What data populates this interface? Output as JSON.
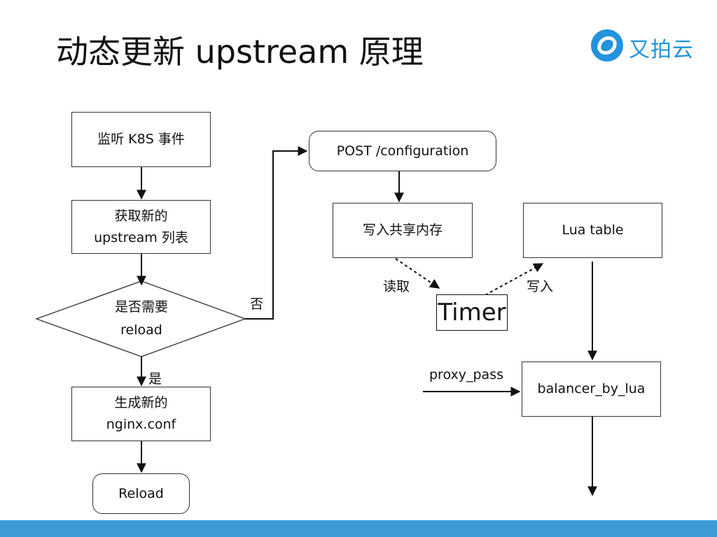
{
  "slide": {
    "title": "动态更新 upstream 原理"
  },
  "logo": {
    "text": "又拍云",
    "color": "#2293dc",
    "icon": "upyun-swirl-icon"
  },
  "flow_left": {
    "watch_events": "监听 K8S 事件",
    "get_upstream_line1": "获取新的",
    "get_upstream_line2": "upstream 列表",
    "decision_line1": "是否需要",
    "decision_line2": "reload",
    "yes_label": "是",
    "no_label": "否",
    "generate_conf_line1": "生成新的",
    "generate_conf_line2": "nginx.conf",
    "reload": "Reload"
  },
  "flow_right": {
    "post_config": "POST /configuration",
    "write_shm": "写入共享内存",
    "lua_table": "Lua table",
    "read_label": "读取",
    "write_label": "写入",
    "timer": "Timer",
    "proxy_pass_label": "proxy_pass",
    "balancer": "balancer_by_lua"
  },
  "colors": {
    "footer_bar": "#3d9cd6",
    "stroke": "#111111"
  }
}
